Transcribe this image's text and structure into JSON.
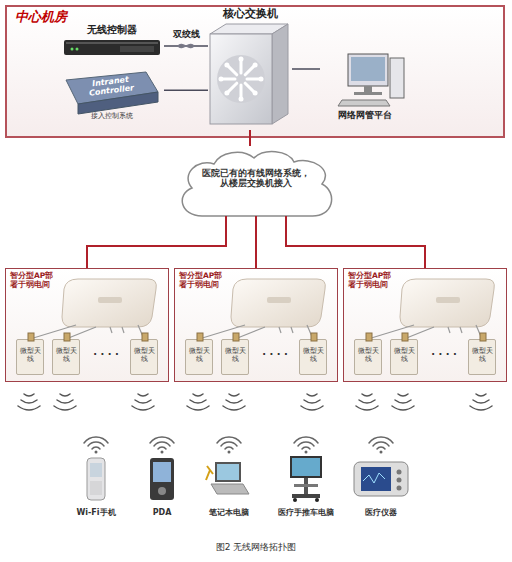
{
  "diagram": {
    "caption": "图2 无线网络拓扑图",
    "nodes": [
      {
        "text": [
          "中心机房"
        ]
      },
      {
        "text": [
          "无线控制器"
        ],
        "in": 0
      },
      {
        "text": [
          "核心交换机"
        ],
        "in": 0
      },
      {
        "text": [
          "Intranet Controller",
          "接入控制系统"
        ],
        "in": 0
      },
      {
        "text": [
          "网络网管平台"
        ],
        "in": 0
      },
      {
        "text": [
          "医院已有的有线网络系统，从楼层交换机接入"
        ]
      },
      {
        "text": [
          "智分型AP部署于弱电间"
        ]
      },
      {
        "text": [
          "微型天线"
        ],
        "in": 6
      },
      {
        "text": [
          "微型天线"
        ],
        "in": 6
      },
      {
        "text": [
          "微型天线"
        ],
        "in": 6
      },
      {
        "text": [
          "智分型AP部署于弱电间"
        ]
      },
      {
        "text": [
          "微型天线"
        ],
        "in": 10
      },
      {
        "text": [
          "微型天线"
        ],
        "in": 10
      },
      {
        "text": [
          "微型天线"
        ],
        "in": 10
      },
      {
        "text": [
          "智分型AP部署于弱电间"
        ]
      },
      {
        "text": [
          "微型天线"
        ],
        "in": 14
      },
      {
        "text": [
          "微型天线"
        ],
        "in": 14
      },
      {
        "text": [
          "微型天线"
        ],
        "in": 14
      },
      {
        "text": [
          "Wi-Fi手机"
        ]
      },
      {
        "text": [
          "PDA"
        ]
      },
      {
        "text": [
          "笔记本电脑"
        ]
      },
      {
        "text": [
          "医疗手推车电脑"
        ]
      },
      {
        "text": [
          "医疗仪器"
        ]
      }
    ],
    "edges": [
      {
        "from": 1,
        "to": 2,
        "label": "双绞线",
        "arrow": "none"
      },
      {
        "from": 3,
        "to": 2,
        "arrow": "none"
      },
      {
        "from": 2,
        "to": 4,
        "arrow": "none"
      },
      {
        "from": 2,
        "to": 5,
        "arrow": "none"
      },
      {
        "from": 5,
        "to": 6,
        "arrow": "none"
      },
      {
        "from": 5,
        "to": 10,
        "arrow": "none"
      },
      {
        "from": 5,
        "to": 14,
        "arrow": "none"
      }
    ],
    "labels": [
      "· · · ·",
      "· · · ·",
      "· · · ·"
    ]
  }
}
